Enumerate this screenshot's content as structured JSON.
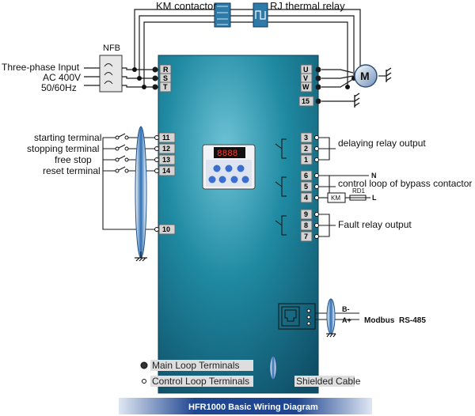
{
  "labels": {
    "km_contactor": "KM contactor",
    "rj_thermal_relay": "RJ thermal relay",
    "nfb": "NFB",
    "three_phase": "Three-phase Input",
    "ac_voltage": "AC 400V",
    "frequency": "50/60Hz",
    "motor": "M",
    "starting": "starting terminal",
    "stopping": "stopping terminal",
    "free_stop": "free stop",
    "reset": "reset terminal",
    "delaying": "delaying relay output",
    "bypass": "control loop of bypass contactor",
    "n_label": "N",
    "l_label": "L",
    "km_box": "KM",
    "rd_label": "RD1",
    "fault": "Fault relay output",
    "b_minus": "B-",
    "a_plus": "A+",
    "modbus": "Modbus",
    "rs485": "RS-485"
  },
  "input_terminals": [
    "R",
    "S",
    "T"
  ],
  "output_terminals": [
    "U",
    "V",
    "W",
    "15"
  ],
  "control_terminals": [
    "11",
    "12",
    "13",
    "14",
    "10"
  ],
  "relay_terminals": [
    "3",
    "2",
    "1",
    "6",
    "5",
    "4",
    "9",
    "8",
    "7"
  ],
  "legend": {
    "main": "Main Loop Terminals",
    "control": "Control Loop Terminals",
    "shielded": "Shielded Cable"
  },
  "title": "HFR1000 Basic Wiring Diagram",
  "colors": {
    "panel": "#1d7f95",
    "panel_dark": "#0f4f66",
    "wire": "#1a1a1a",
    "terminal": "#d4d4d4",
    "title_bar": "#1c3f8a"
  }
}
